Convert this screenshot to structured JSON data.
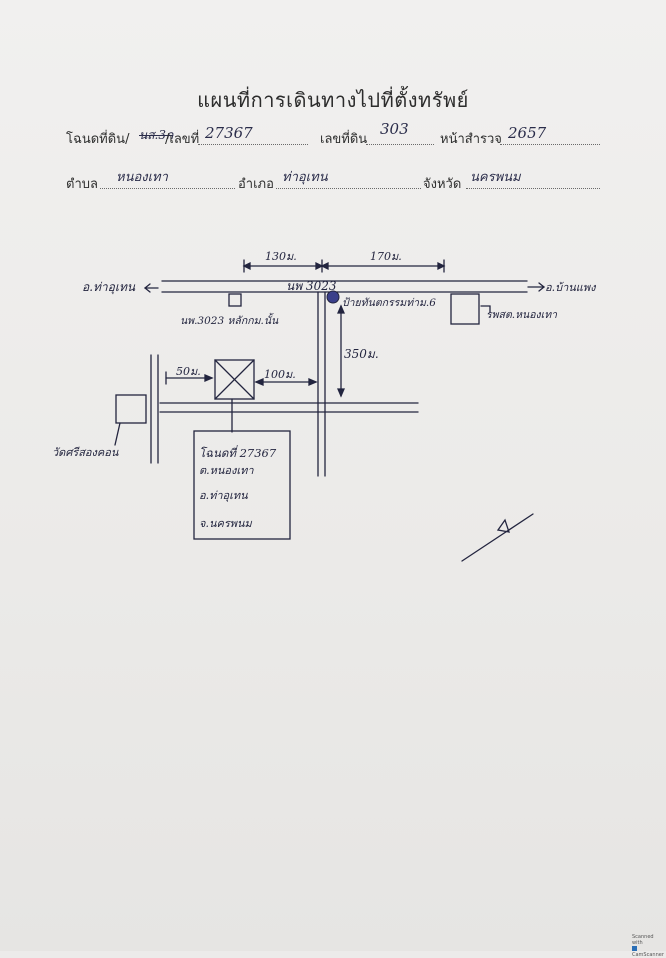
{
  "document": {
    "title": "แผนที่การเดินทางไปที่ตั้งทรัพย์",
    "deed_label": "โฉนดที่ดิน/",
    "deed_struck": "นส.3ก",
    "deed_number_label": "/เลขที่",
    "deed_number": "27367",
    "land_no_label": "เลขที่ดิน",
    "land_no": "303",
    "survey_page_label": "หน้าสำรวจ",
    "survey_page": "2657",
    "subdistrict_label": "ตำบล",
    "subdistrict": "หนองเทา",
    "district_label": "อำเภอ",
    "district": "ท่าอุเทน",
    "province_label": "จังหวัด",
    "province": "นครพนม"
  },
  "map": {
    "dist_left": "130ม.",
    "dist_right": "170ม.",
    "west_label": "อ.ท่าอุเทน",
    "east_label": "อ.บ้านแพง",
    "road_label": "นพ 3023",
    "marker_label": "ป้ายทันตกรรมท่าม.6",
    "highway_marker_label": "นพ.3023 หลักกม.นั้น",
    "pha_label": "รพสต.หนองเทา",
    "dist_vertical": "350ม.",
    "dist_50": "50ม.",
    "dist_100": "100ม.",
    "temple_label": "วัดศรีสองคอน",
    "box_lines": [
      "โฉนดที่ 27367",
      "ต.หนองเทา",
      "อ.ท่าอุเทน",
      "จ.นครพนม"
    ]
  },
  "watermark": {
    "line1": "Scanned with",
    "line2": "CamScanner"
  },
  "colors": {
    "ink": "#23253f",
    "print": "#2e2e2e",
    "paper": "#efeeed",
    "marker_fill": "#3a3f8a"
  }
}
